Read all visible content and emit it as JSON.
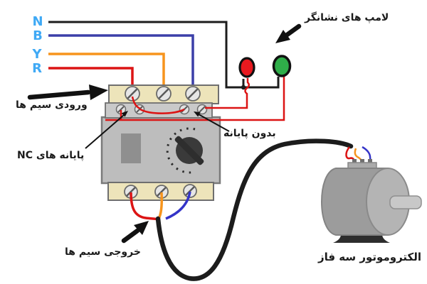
{
  "diagram_title_implicit": "Three-phase motor timer wiring diagram",
  "labels": {
    "n": "N",
    "b": "B",
    "y": "Y",
    "r": "R",
    "indicator_lamps": "لامپ های نشانگر",
    "input_wires": "ورودی سیم ها",
    "nc_terminals": "پایانه های NC",
    "no_terminal": "بدون پایانه",
    "output_wires": "خروجی سیم ها",
    "motor": "الکتروموتور سه فاز"
  },
  "components": {
    "timer_device": "timer-relay with rotary dial, three input terminals, four NC terminals, three output terminals",
    "red_lamp": "red indicator lamp",
    "green_lamp": "green indicator lamp",
    "motor": "three-phase electric motor with terminal box, shaft and base",
    "cable": "black output cable from timer to motor"
  },
  "colors": {
    "phase_letter_blue": "#3FA9F5",
    "wire_black": "#1c1c1c",
    "wire_blue": "#3B3FA8",
    "wire_bright_blue": "#3434C8",
    "wire_orange": "#F7941D",
    "wire_red": "#DC1414",
    "lamp_red": "#E8191F",
    "lamp_green": "#2FAE49",
    "terminal_strip_beige": "#EDE4BA",
    "nc_strip_gray": "#C9C9C9",
    "device_body_gray": "#BDBDBD",
    "knob_dark": "#3A3A3A",
    "motor_gray": "#9C9C9C",
    "motor_face_gray": "#B4B4B4"
  }
}
